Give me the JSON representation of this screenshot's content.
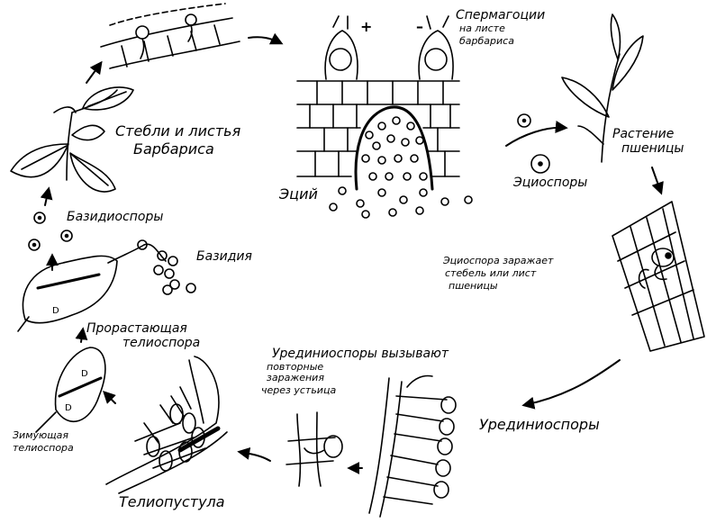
{
  "labels": {
    "stems_leaves": [
      "Стебли и листья",
      "Барбариса"
    ],
    "spermogonia": [
      "Спермагоции",
      "на листе",
      "барбариса"
    ],
    "plus": "+",
    "minus": "–",
    "wheat_plant": [
      "Растение",
      "пшеницы"
    ],
    "aeciospores": "Эциоспоры",
    "aecium": "Эций",
    "basidiospores": "Базидиоспоры",
    "basidium": "Базидия",
    "aeciospore_infects": [
      "Эциоспора заражает",
      "стебель или лист",
      "пшеницы"
    ],
    "germinating_teliospore": [
      "Прорастающая",
      "телиоспора"
    ],
    "urediniospores_cause": [
      "Урединиоспоры вызывают",
      "повторные",
      "заражения",
      "через устьица"
    ],
    "overwintering_teliospore": [
      "Зимующая",
      "телиоспора"
    ],
    "urediniospores": "Урединиоспоры",
    "telial_pustule": "Телиопустула"
  },
  "colors": {
    "ink": "#000000",
    "paper": "#ffffff"
  }
}
